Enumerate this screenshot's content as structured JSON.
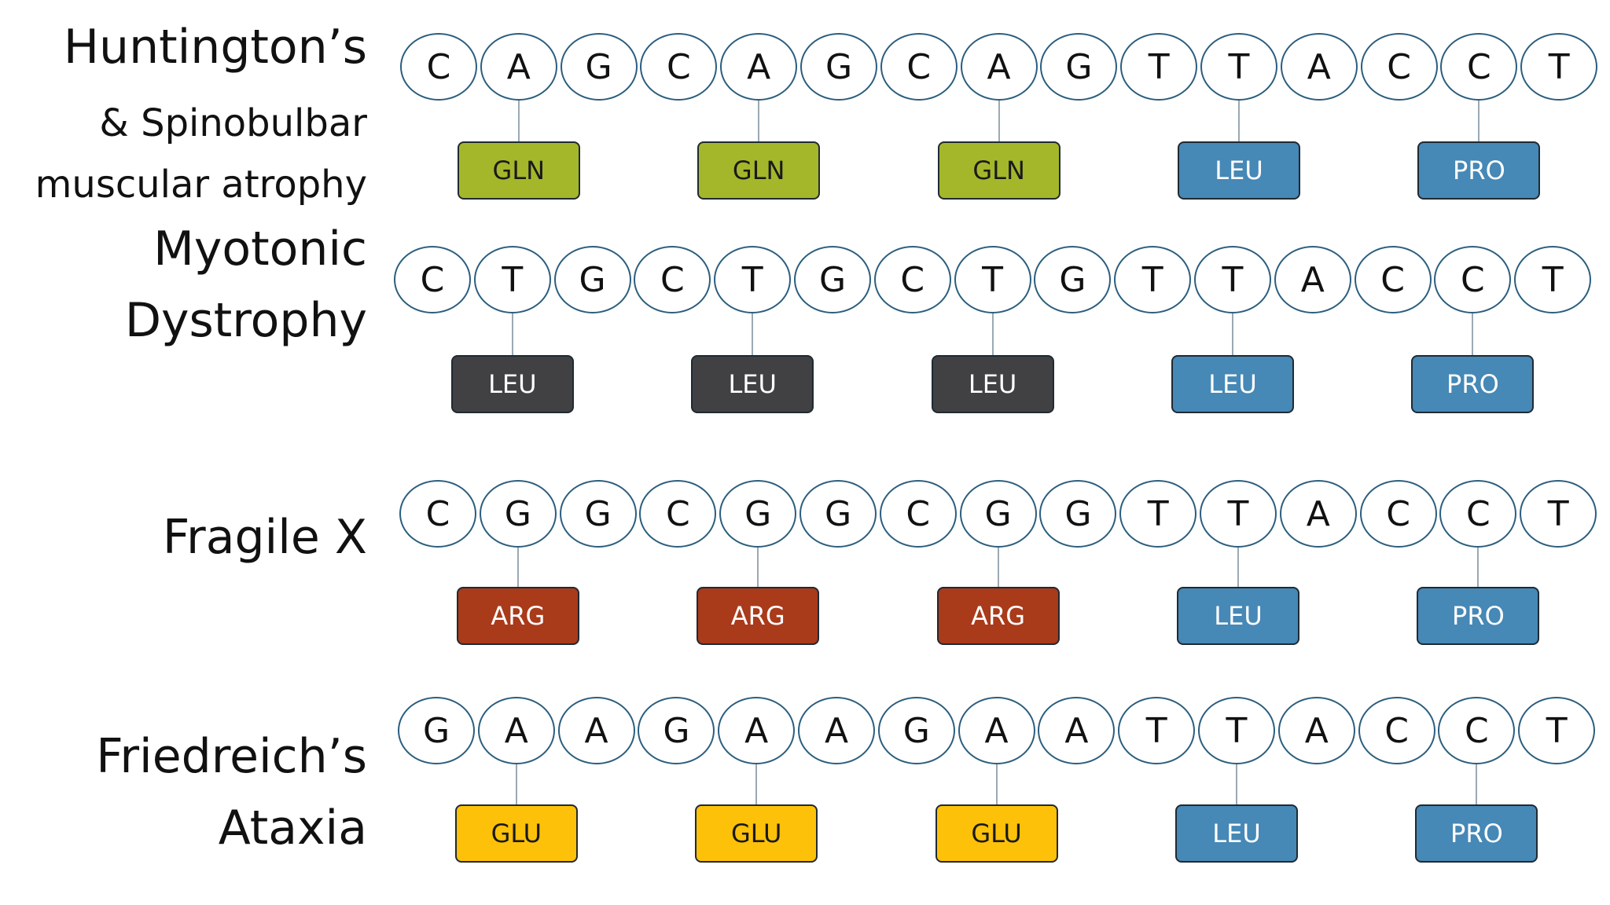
{
  "colors": {
    "gln": "#a4b72a",
    "leu_dark": "#414144",
    "leu": "#4688b6",
    "pro": "#4688b6",
    "arg": "#a93a1a",
    "glu": "#fdc109",
    "circle_border": "#2b5e7e"
  },
  "rows": [
    {
      "labels": [
        "Huntington’s",
        "& Spinobulbar",
        "muscular atrophy"
      ],
      "bases": [
        "C",
        "A",
        "G",
        "C",
        "A",
        "G",
        "C",
        "A",
        "G",
        "T",
        "T",
        "A",
        "C",
        "C",
        "T"
      ],
      "codons": [
        {
          "name": "GLN",
          "color": "#a4b72a",
          "text_color": "#1a1a1a"
        },
        {
          "name": "GLN",
          "color": "#a4b72a",
          "text_color": "#1a1a1a"
        },
        {
          "name": "GLN",
          "color": "#a4b72a",
          "text_color": "#1a1a1a"
        },
        {
          "name": "LEU",
          "color": "#4688b6",
          "text_color": "#ffffff"
        },
        {
          "name": "PRO",
          "color": "#4688b6",
          "text_color": "#ffffff"
        }
      ]
    },
    {
      "labels": [
        "Myotonic",
        "Dystrophy"
      ],
      "bases": [
        "C",
        "T",
        "G",
        "C",
        "T",
        "G",
        "C",
        "T",
        "G",
        "T",
        "T",
        "A",
        "C",
        "C",
        "T"
      ],
      "codons": [
        {
          "name": "LEU",
          "color": "#414144",
          "text_color": "#ffffff"
        },
        {
          "name": "LEU",
          "color": "#414144",
          "text_color": "#ffffff"
        },
        {
          "name": "LEU",
          "color": "#414144",
          "text_color": "#ffffff"
        },
        {
          "name": "LEU",
          "color": "#4688b6",
          "text_color": "#ffffff"
        },
        {
          "name": "PRO",
          "color": "#4688b6",
          "text_color": "#ffffff"
        }
      ]
    },
    {
      "labels": [
        "Fragile X"
      ],
      "bases": [
        "C",
        "G",
        "G",
        "C",
        "G",
        "G",
        "C",
        "G",
        "G",
        "T",
        "T",
        "A",
        "C",
        "C",
        "T"
      ],
      "codons": [
        {
          "name": "ARG",
          "color": "#a93a1a",
          "text_color": "#ffffff"
        },
        {
          "name": "ARG",
          "color": "#a93a1a",
          "text_color": "#ffffff"
        },
        {
          "name": "ARG",
          "color": "#a93a1a",
          "text_color": "#ffffff"
        },
        {
          "name": "LEU",
          "color": "#4688b6",
          "text_color": "#ffffff"
        },
        {
          "name": "PRO",
          "color": "#4688b6",
          "text_color": "#ffffff"
        }
      ]
    },
    {
      "labels": [
        "Friedreich’s",
        "Ataxia"
      ],
      "bases": [
        "G",
        "A",
        "A",
        "G",
        "A",
        "A",
        "G",
        "A",
        "A",
        "T",
        "T",
        "A",
        "C",
        "C",
        "T"
      ],
      "codons": [
        {
          "name": "GLU",
          "color": "#fdc109",
          "text_color": "#1a1a1a"
        },
        {
          "name": "GLU",
          "color": "#fdc109",
          "text_color": "#1a1a1a"
        },
        {
          "name": "GLU",
          "color": "#fdc109",
          "text_color": "#1a1a1a"
        },
        {
          "name": "LEU",
          "color": "#4688b6",
          "text_color": "#ffffff"
        },
        {
          "name": "PRO",
          "color": "#4688b6",
          "text_color": "#ffffff"
        }
      ]
    }
  ]
}
